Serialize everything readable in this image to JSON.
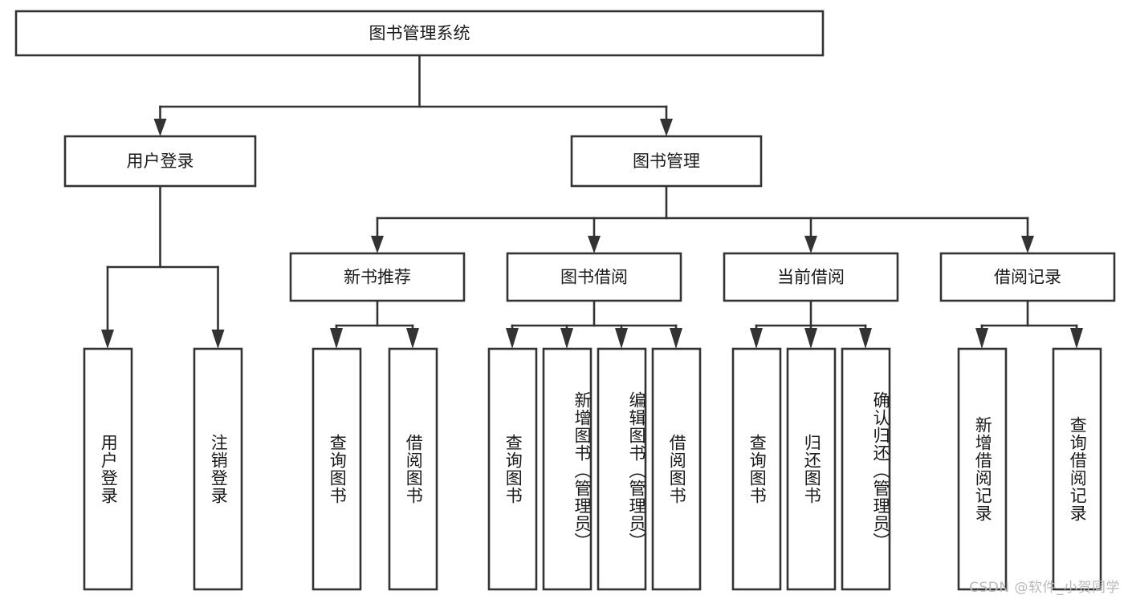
{
  "diagram": {
    "type": "tree",
    "title": "图书管理系统",
    "orientation": "top-down",
    "root": {
      "id": "root",
      "label": "图书管理系统"
    },
    "level1": [
      {
        "id": "user-login",
        "label": "用户登录"
      },
      {
        "id": "book-manage",
        "label": "图书管理"
      }
    ],
    "level2": [
      {
        "id": "new-book-rec",
        "label": "新书推荐",
        "parent": "book-manage"
      },
      {
        "id": "book-borrow",
        "label": "图书借阅",
        "parent": "book-manage"
      },
      {
        "id": "current-borrow",
        "label": "当前借阅",
        "parent": "book-manage"
      },
      {
        "id": "borrow-record",
        "label": "借阅记录",
        "parent": "book-manage"
      }
    ],
    "leaves": [
      {
        "id": "leaf-user-login",
        "label": "用户登录",
        "parent": "user-login"
      },
      {
        "id": "leaf-logout",
        "label": "注销登录",
        "parent": "user-login"
      },
      {
        "id": "leaf-query-book-1",
        "label": "查询图书",
        "parent": "new-book-rec"
      },
      {
        "id": "leaf-borrow-book-1",
        "label": "借阅图书",
        "parent": "new-book-rec"
      },
      {
        "id": "leaf-query-book-2",
        "label": "查询图书",
        "parent": "book-borrow"
      },
      {
        "id": "leaf-add-book",
        "label": "新增图书（管理员）",
        "parent": "book-borrow"
      },
      {
        "id": "leaf-edit-book",
        "label": "编辑图书（管理员）",
        "parent": "book-borrow"
      },
      {
        "id": "leaf-borrow-book-2",
        "label": "借阅图书",
        "parent": "book-borrow"
      },
      {
        "id": "leaf-query-book-3",
        "label": "查询图书",
        "parent": "current-borrow"
      },
      {
        "id": "leaf-return-book",
        "label": "归还图书",
        "parent": "current-borrow"
      },
      {
        "id": "leaf-confirm-return",
        "label": "确认归还（管理员）",
        "parent": "current-borrow"
      },
      {
        "id": "leaf-add-record",
        "label": "新增借阅记录",
        "parent": "borrow-record"
      },
      {
        "id": "leaf-query-record",
        "label": "查询借阅记录",
        "parent": "borrow-record"
      }
    ],
    "colors": {
      "box_stroke": "#333333",
      "box_fill": "#ffffff",
      "text": "#1a1a1a",
      "connector": "#333333",
      "background": "#ffffff",
      "watermark": "#b9b9b9"
    }
  },
  "watermark": {
    "text": "CSDN @软件_小贺同学"
  }
}
